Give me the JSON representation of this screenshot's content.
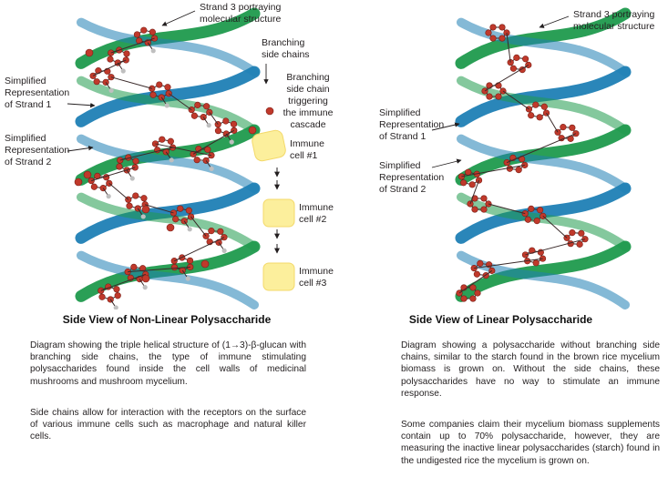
{
  "left": {
    "labels": {
      "strand3": "Strand 3 portraying molecular structure",
      "branching": "Branching side chains",
      "trigger": "Branching side chain triggering the immune cascade",
      "strand1": "Simplified Representation of Strand 1",
      "strand2": "Simplified Representation of Strand 2",
      "cell1": "Immune cell #1",
      "cell2": "Immune cell #2",
      "cell3": "Immune cell #3"
    },
    "heading": "Side View of Non-Linear Polysaccharide",
    "para1": "Diagram showing the triple helical structure of (1→3)-β-glucan with branching side chains, the type of immune stimulating polysaccharides found inside the cell walls of medicinal mushrooms and mushroom mycelium.",
    "para2": "Side chains allow for interaction with the receptors on the surface of various immune cells such as macrophage and natural killer cells."
  },
  "right": {
    "labels": {
      "strand3": "Strand 3 portraying molecular structure",
      "strand1": "Simplified Representation of Strand 1",
      "strand2": "Simplified Representation of Strand 2"
    },
    "heading": "Side View of Linear Polysaccharide",
    "para1": "Diagram showing a polysaccharide without branching side chains, similar to the starch found in the brown rice mycelium biomass is grown on. Without the side chains, these polysaccharides have no way to stimulate an immune response.",
    "para2": "Some companies claim their mycelium biomass supplements contain up to 70% polysaccharide, however, they are measuring the inactive linear polysaccharides (starch) found in the undigested rice the mycelium is grown on."
  },
  "colors": {
    "strand_blue": "#1f7fb5",
    "strand_green": "#1f9a4d",
    "atom_red": "#c0392b",
    "atom_gray": "#bfbfbf",
    "immune_cell": "#fcef9c"
  }
}
